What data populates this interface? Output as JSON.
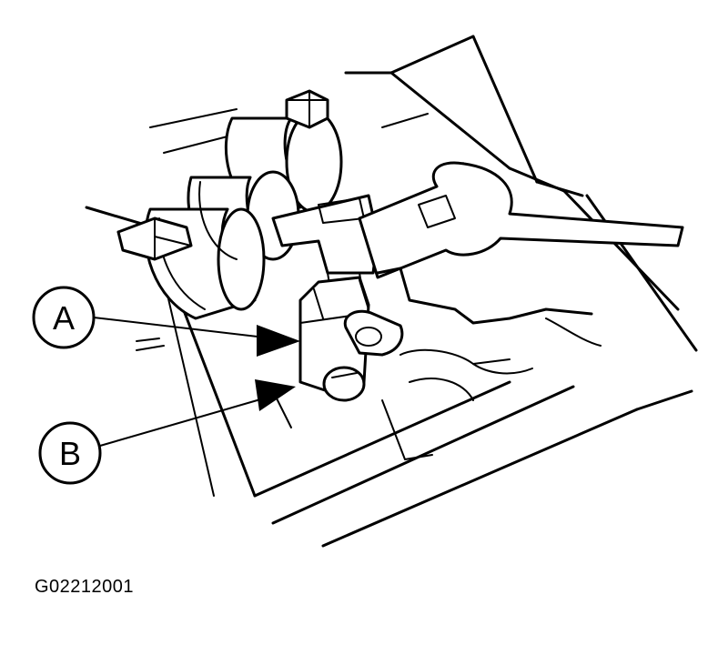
{
  "callouts": {
    "a": {
      "label": "A"
    },
    "b": {
      "label": "B"
    }
  },
  "figure_id": "G02212001",
  "colors": {
    "line": "#000000",
    "background": "#ffffff"
  }
}
